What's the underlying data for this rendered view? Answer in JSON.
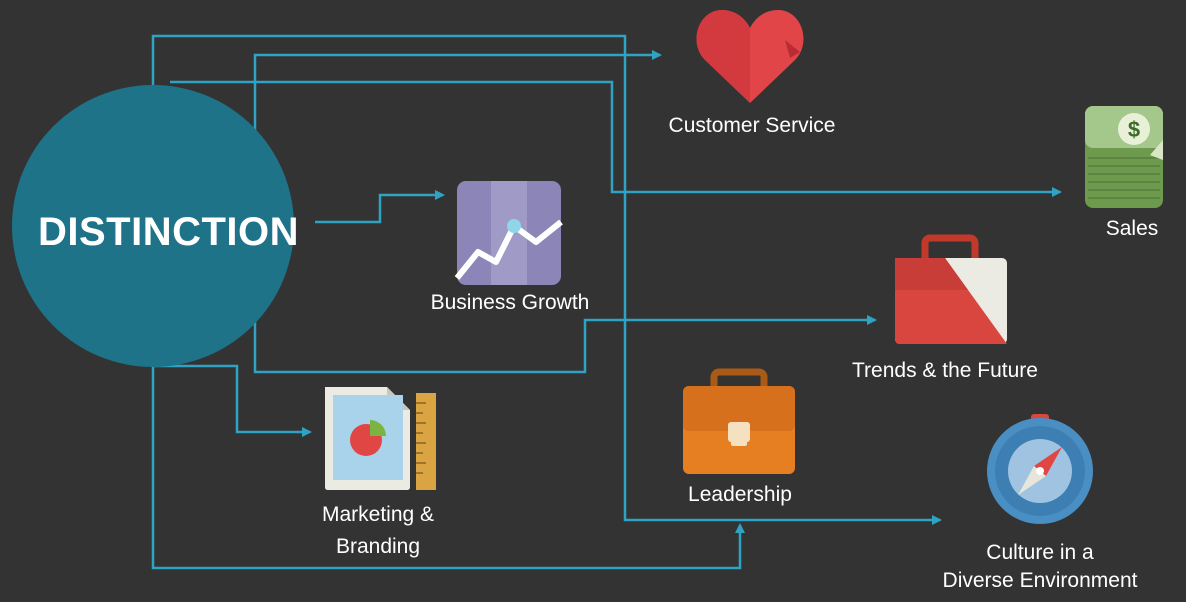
{
  "center": {
    "label": "DISTINCTION",
    "color": "#1e7389"
  },
  "connector_color": "#2fa3c4",
  "nodes": {
    "customer_service": {
      "label": "Customer Service",
      "icon": "heart-icon"
    },
    "sales": {
      "label": "Sales",
      "icon": "money-stack-icon"
    },
    "business_growth": {
      "label": "Business Growth",
      "icon": "growth-chart-icon"
    },
    "trends": {
      "label": "Trends & the Future",
      "icon": "shopping-bag-icon"
    },
    "leadership": {
      "label": "Leadership",
      "icon": "briefcase-icon"
    },
    "marketing": {
      "label_line1": "Marketing &",
      "label_line2": "Branding",
      "icon": "pie-document-ruler-icon"
    },
    "culture": {
      "label_line1": "Culture in a",
      "label_line2": "Diverse Environment",
      "icon": "compass-icon"
    }
  }
}
